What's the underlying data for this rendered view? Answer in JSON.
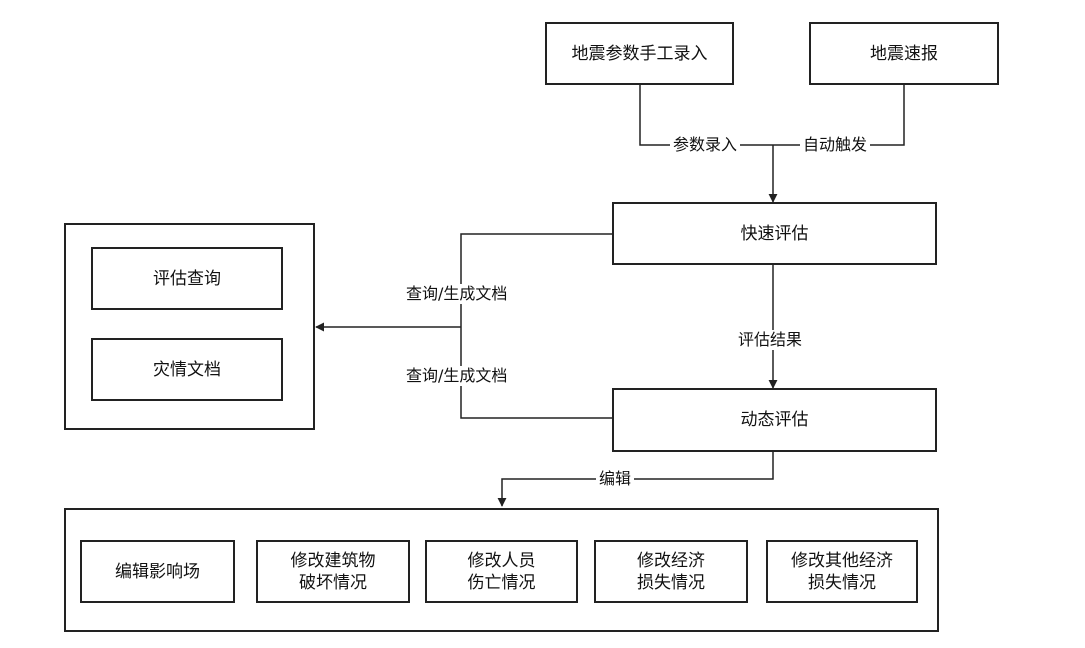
{
  "nodes": {
    "manual_input": "地震参数手工录入",
    "quick_report": "地震速报",
    "quick_assess": "快速评估",
    "dynamic_assess": "动态评估",
    "assess_query": "评估查询",
    "disaster_doc": "灾情文档"
  },
  "edges": {
    "param_input": "参数录入",
    "auto_trigger": "自动触发",
    "assess_result": "评估结果",
    "query_doc_top": "查询/生成文档",
    "query_doc_bottom": "查询/生成文档",
    "edit": "编辑"
  },
  "edit_items": [
    "编辑影响场",
    "修改建筑物\n破坏情况",
    "修改人员\n伤亡情况",
    "修改经济\n损失情况",
    "修改其他经济\n损失情况"
  ],
  "colors": {
    "stroke": "#222222",
    "background": "#ffffff"
  }
}
